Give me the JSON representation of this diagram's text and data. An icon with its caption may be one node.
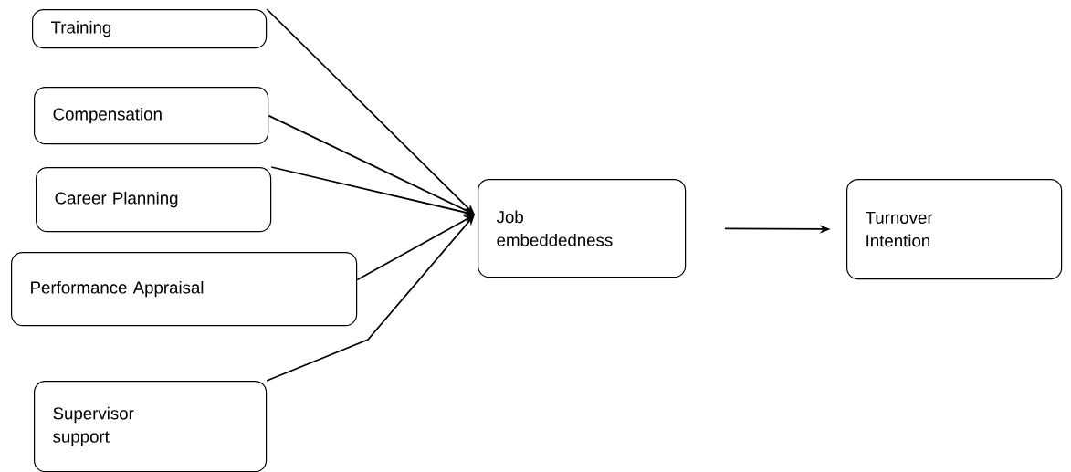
{
  "diagram": {
    "nodes": [
      {
        "text": [
          "Training"
        ]
      },
      {
        "text": [
          "Compensation"
        ]
      },
      {
        "text": [
          "Career Planning"
        ]
      },
      {
        "text": [
          "Performance Appraisal"
        ]
      },
      {
        "text": [
          "Supervisor support"
        ]
      },
      {
        "text": [
          "Job embeddedness"
        ]
      },
      {
        "text": [
          "Turnover Intention"
        ]
      }
    ],
    "edges": [
      {
        "from": 0,
        "to": 5,
        "arrow": "to"
      },
      {
        "from": 1,
        "to": 5,
        "arrow": "to"
      },
      {
        "from": 2,
        "to": 5,
        "arrow": "to"
      },
      {
        "from": 3,
        "to": 5,
        "arrow": "to"
      },
      {
        "from": 4,
        "to": 5,
        "arrow": "to"
      },
      {
        "from": 5,
        "to": 6,
        "arrow": "to"
      }
    ]
  }
}
